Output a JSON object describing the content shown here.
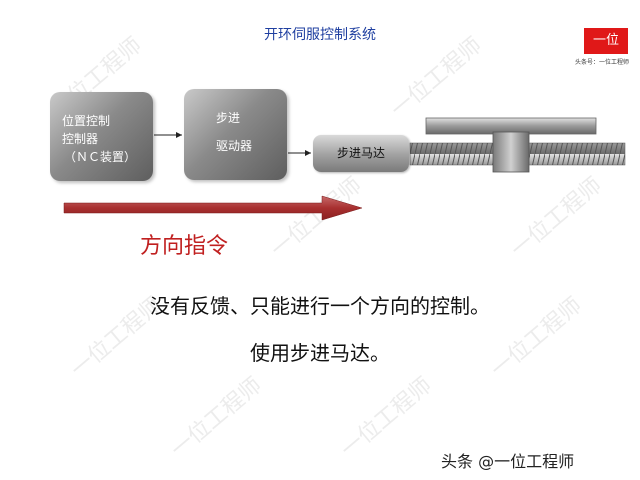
{
  "title": "开环伺服控制系统",
  "logo": {
    "text": "一位",
    "caption": "头条号：一位工程师"
  },
  "watermark": "一位工程师",
  "diagram": {
    "controller": {
      "lines": [
        "位置控制",
        "控制器",
        "（ＮＣ装置）"
      ]
    },
    "driver": {
      "lines": [
        "步进",
        "驱动器"
      ]
    },
    "motor": {
      "label": "步进马达"
    },
    "direction_label": "方向指令"
  },
  "description": {
    "line1": "没有反馈、只能进行一个方向的控制。",
    "line2": "使用步进马达。"
  },
  "footer": "头条 @一位工程师",
  "colors": {
    "title": "#1f3fa0",
    "direction_arrow": "#b03030",
    "direction_text": "#c02020",
    "logo_bg": "#e01818"
  }
}
